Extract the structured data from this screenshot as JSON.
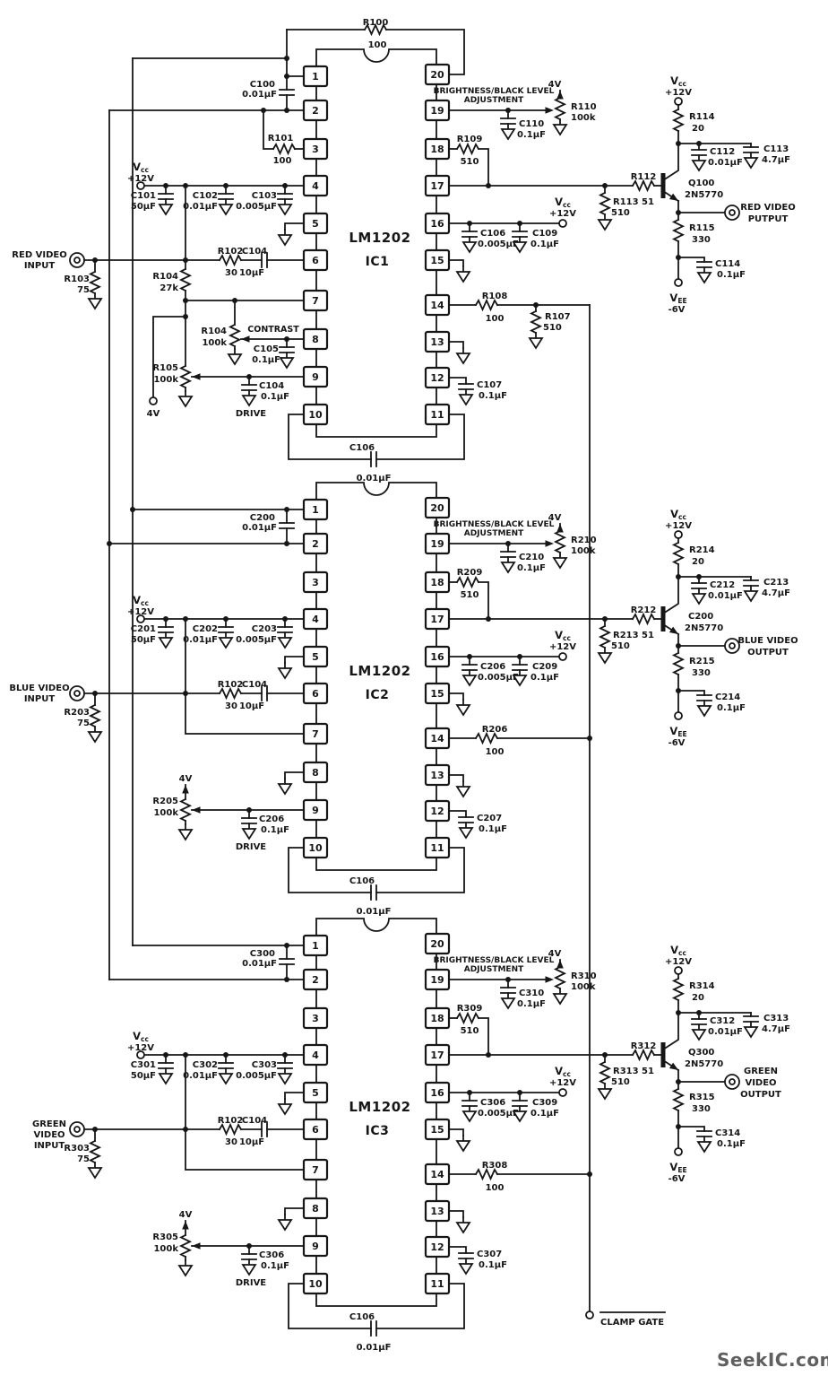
{
  "pins": [
    "1",
    "2",
    "3",
    "4",
    "5",
    "6",
    "7",
    "8",
    "9",
    "10",
    "11",
    "12",
    "13",
    "14",
    "15",
    "16",
    "17",
    "18",
    "19",
    "20"
  ],
  "watermark": {
    "text": "SeekIC.com",
    "color": "#5f5f5f"
  },
  "clamp": {
    "label": "CLAMP GATE"
  },
  "sections": [
    {
      "ic": {
        "name": "LM1202",
        "ref": "IC1"
      },
      "input_label": [
        "RED VIDEO",
        "INPUT"
      ],
      "output_label": [
        "RED VIDEO",
        "PUTPUT"
      ],
      "brightness_label": [
        "BRIGHTNESS/BLACK LEVEL",
        "ADJUSTMENT"
      ],
      "contrast_label": "CONTRAST",
      "drive_label": "DRIVE",
      "bias_label": "4V",
      "vcc": {
        "sym": "V",
        "sub": "cc",
        "val": "+12V"
      },
      "vee": {
        "sym": "V",
        "sub": "EE",
        "val": "-6V"
      },
      "comp": {
        "rloop": {
          "n": "R100",
          "v": "100"
        },
        "cpp": {
          "n": "C100",
          "v": "0.01µF"
        },
        "rp3": {
          "n": "R101",
          "v": "100"
        },
        "cbulk": {
          "n": "C101",
          "v": "50µF"
        },
        "cb1": {
          "n": "C102",
          "v": "0.01µF"
        },
        "cb2": {
          "n": "C103",
          "v": "0.005µF"
        },
        "rterm": {
          "n": "R103",
          "v": "75"
        },
        "rin": {
          "n": "R102",
          "v": "30"
        },
        "cin": {
          "n": "C104",
          "v": "10µF"
        },
        "rbias": {
          "n": "R104",
          "v": "27k"
        },
        "rpot": {
          "n": "R104",
          "v": "100k"
        },
        "cctr": {
          "n": "C105",
          "v": "0.1µF"
        },
        "rdrv": {
          "n": "R105",
          "v": "100k"
        },
        "cdrv": {
          "n": "C104",
          "v": "0.1µF"
        },
        "cloop": {
          "n": "C106",
          "v": "0.01µF"
        },
        "rbr": {
          "n": "R110",
          "v": "100k"
        },
        "cbr": {
          "n": "C110",
          "v": "0.1µF"
        },
        "rfb": {
          "n": "R109",
          "v": "510"
        },
        "rser": {
          "n": "R112",
          "v": "51"
        },
        "rsh": {
          "n": "R113",
          "v": "510"
        },
        "q": {
          "n": "Q100",
          "v": "2N5770"
        },
        "rc": {
          "n": "R114",
          "v": "20"
        },
        "cc1": {
          "n": "C112",
          "v": "0.01µF"
        },
        "cc2": {
          "n": "C113",
          "v": "4.7µF"
        },
        "re": {
          "n": "R115",
          "v": "330"
        },
        "ce": {
          "n": "C114",
          "v": "0.1µF"
        },
        "cd1": {
          "n": "C106",
          "v": "0.005µF"
        },
        "cd2": {
          "n": "C109",
          "v": "0.1µF"
        },
        "rs": {
          "n": "R108",
          "v": "100"
        },
        "rsh2": {
          "n": "R107",
          "v": "510"
        },
        "cp12": {
          "n": "C107",
          "v": "0.1µF"
        }
      }
    },
    {
      "ic": {
        "name": "LM1202",
        "ref": "IC2"
      },
      "input_label": [
        "BLUE VIDEO",
        "INPUT"
      ],
      "output_label": [
        "BLUE VIDEO",
        "OUTPUT"
      ],
      "brightness_label": [
        "BRIGHTNESS/BLACK LEVEL",
        "ADJUSTMENT"
      ],
      "drive_label": "DRIVE",
      "bias_label": "4V",
      "vcc": {
        "sym": "V",
        "sub": "cc",
        "val": "+12V"
      },
      "vee": {
        "sym": "V",
        "sub": "EE",
        "val": "-6V"
      },
      "comp": {
        "cpp": {
          "n": "C200",
          "v": "0.01µF"
        },
        "cbulk": {
          "n": "C201",
          "v": "50µF"
        },
        "cb1": {
          "n": "C202",
          "v": "0.01µF"
        },
        "cb2": {
          "n": "C203",
          "v": "0.005µF"
        },
        "rterm": {
          "n": "R203",
          "v": "75"
        },
        "rin": {
          "n": "R102",
          "v": "30"
        },
        "cin": {
          "n": "C104",
          "v": "10µF"
        },
        "rdrv": {
          "n": "R205",
          "v": "100k"
        },
        "cdrv": {
          "n": "C206",
          "v": "0.1µF"
        },
        "cloop": {
          "n": "C106",
          "v": "0.01µF"
        },
        "rbr": {
          "n": "R210",
          "v": "100k"
        },
        "cbr": {
          "n": "C210",
          "v": "0.1µF"
        },
        "rfb": {
          "n": "R209",
          "v": "510"
        },
        "rser": {
          "n": "R212",
          "v": "51"
        },
        "rsh": {
          "n": "R213",
          "v": "510"
        },
        "q": {
          "n": "C200",
          "v": "2N5770"
        },
        "rc": {
          "n": "R214",
          "v": "20"
        },
        "cc1": {
          "n": "C212",
          "v": "0.01µF"
        },
        "cc2": {
          "n": "C213",
          "v": "4.7µF"
        },
        "re": {
          "n": "R215",
          "v": "330"
        },
        "ce": {
          "n": "C214",
          "v": "0.1µF"
        },
        "cd1": {
          "n": "C206",
          "v": "0.005µF"
        },
        "cd2": {
          "n": "C209",
          "v": "0.1µF"
        },
        "rs": {
          "n": "R206",
          "v": "100"
        },
        "cp12": {
          "n": "C207",
          "v": "0.1µF"
        }
      }
    },
    {
      "ic": {
        "name": "LM1202",
        "ref": "IC3"
      },
      "input_label": [
        "GREEN",
        "VIDEO",
        "INPUT"
      ],
      "output_label": [
        "GREEN",
        "VIDEO",
        "OUTPUT"
      ],
      "brightness_label": [
        "BRIGHTNESS/BLACK LEVEL",
        "ADJUSTMENT"
      ],
      "drive_label": "DRIVE",
      "bias_label": "4V",
      "vcc": {
        "sym": "V",
        "sub": "cc",
        "val": "+12V"
      },
      "vee": {
        "sym": "V",
        "sub": "EE",
        "val": "-6V"
      },
      "comp": {
        "cpp": {
          "n": "C300",
          "v": "0.01µF"
        },
        "cbulk": {
          "n": "C301",
          "v": "50µF"
        },
        "cb1": {
          "n": "C302",
          "v": "0.01µF"
        },
        "cb2": {
          "n": "C303",
          "v": "0.005µF"
        },
        "rterm": {
          "n": "R303",
          "v": "75"
        },
        "rin": {
          "n": "R102",
          "v": "30"
        },
        "cin": {
          "n": "C104",
          "v": "10µF"
        },
        "rdrv": {
          "n": "R305",
          "v": "100k"
        },
        "cdrv": {
          "n": "C306",
          "v": "0.1µF"
        },
        "cloop": {
          "n": "C106",
          "v": "0.01µF"
        },
        "rbr": {
          "n": "R310",
          "v": "100k"
        },
        "cbr": {
          "n": "C310",
          "v": "0.1µF"
        },
        "rfb": {
          "n": "R309",
          "v": "510"
        },
        "rser": {
          "n": "R312",
          "v": "51"
        },
        "rsh": {
          "n": "R313",
          "v": "510"
        },
        "q": {
          "n": "Q300",
          "v": "2N5770"
        },
        "rc": {
          "n": "R314",
          "v": "20"
        },
        "cc1": {
          "n": "C312",
          "v": "0.01µF"
        },
        "cc2": {
          "n": "C313",
          "v": "4.7µF"
        },
        "re": {
          "n": "R315",
          "v": "330"
        },
        "ce": {
          "n": "C314",
          "v": "0.1µF"
        },
        "cd1": {
          "n": "C306",
          "v": "0.005µF"
        },
        "cd2": {
          "n": "C309",
          "v": "0.1µF"
        },
        "rs": {
          "n": "R308",
          "v": "100"
        },
        "cp12": {
          "n": "C307",
          "v": "0.1µF"
        }
      }
    }
  ]
}
